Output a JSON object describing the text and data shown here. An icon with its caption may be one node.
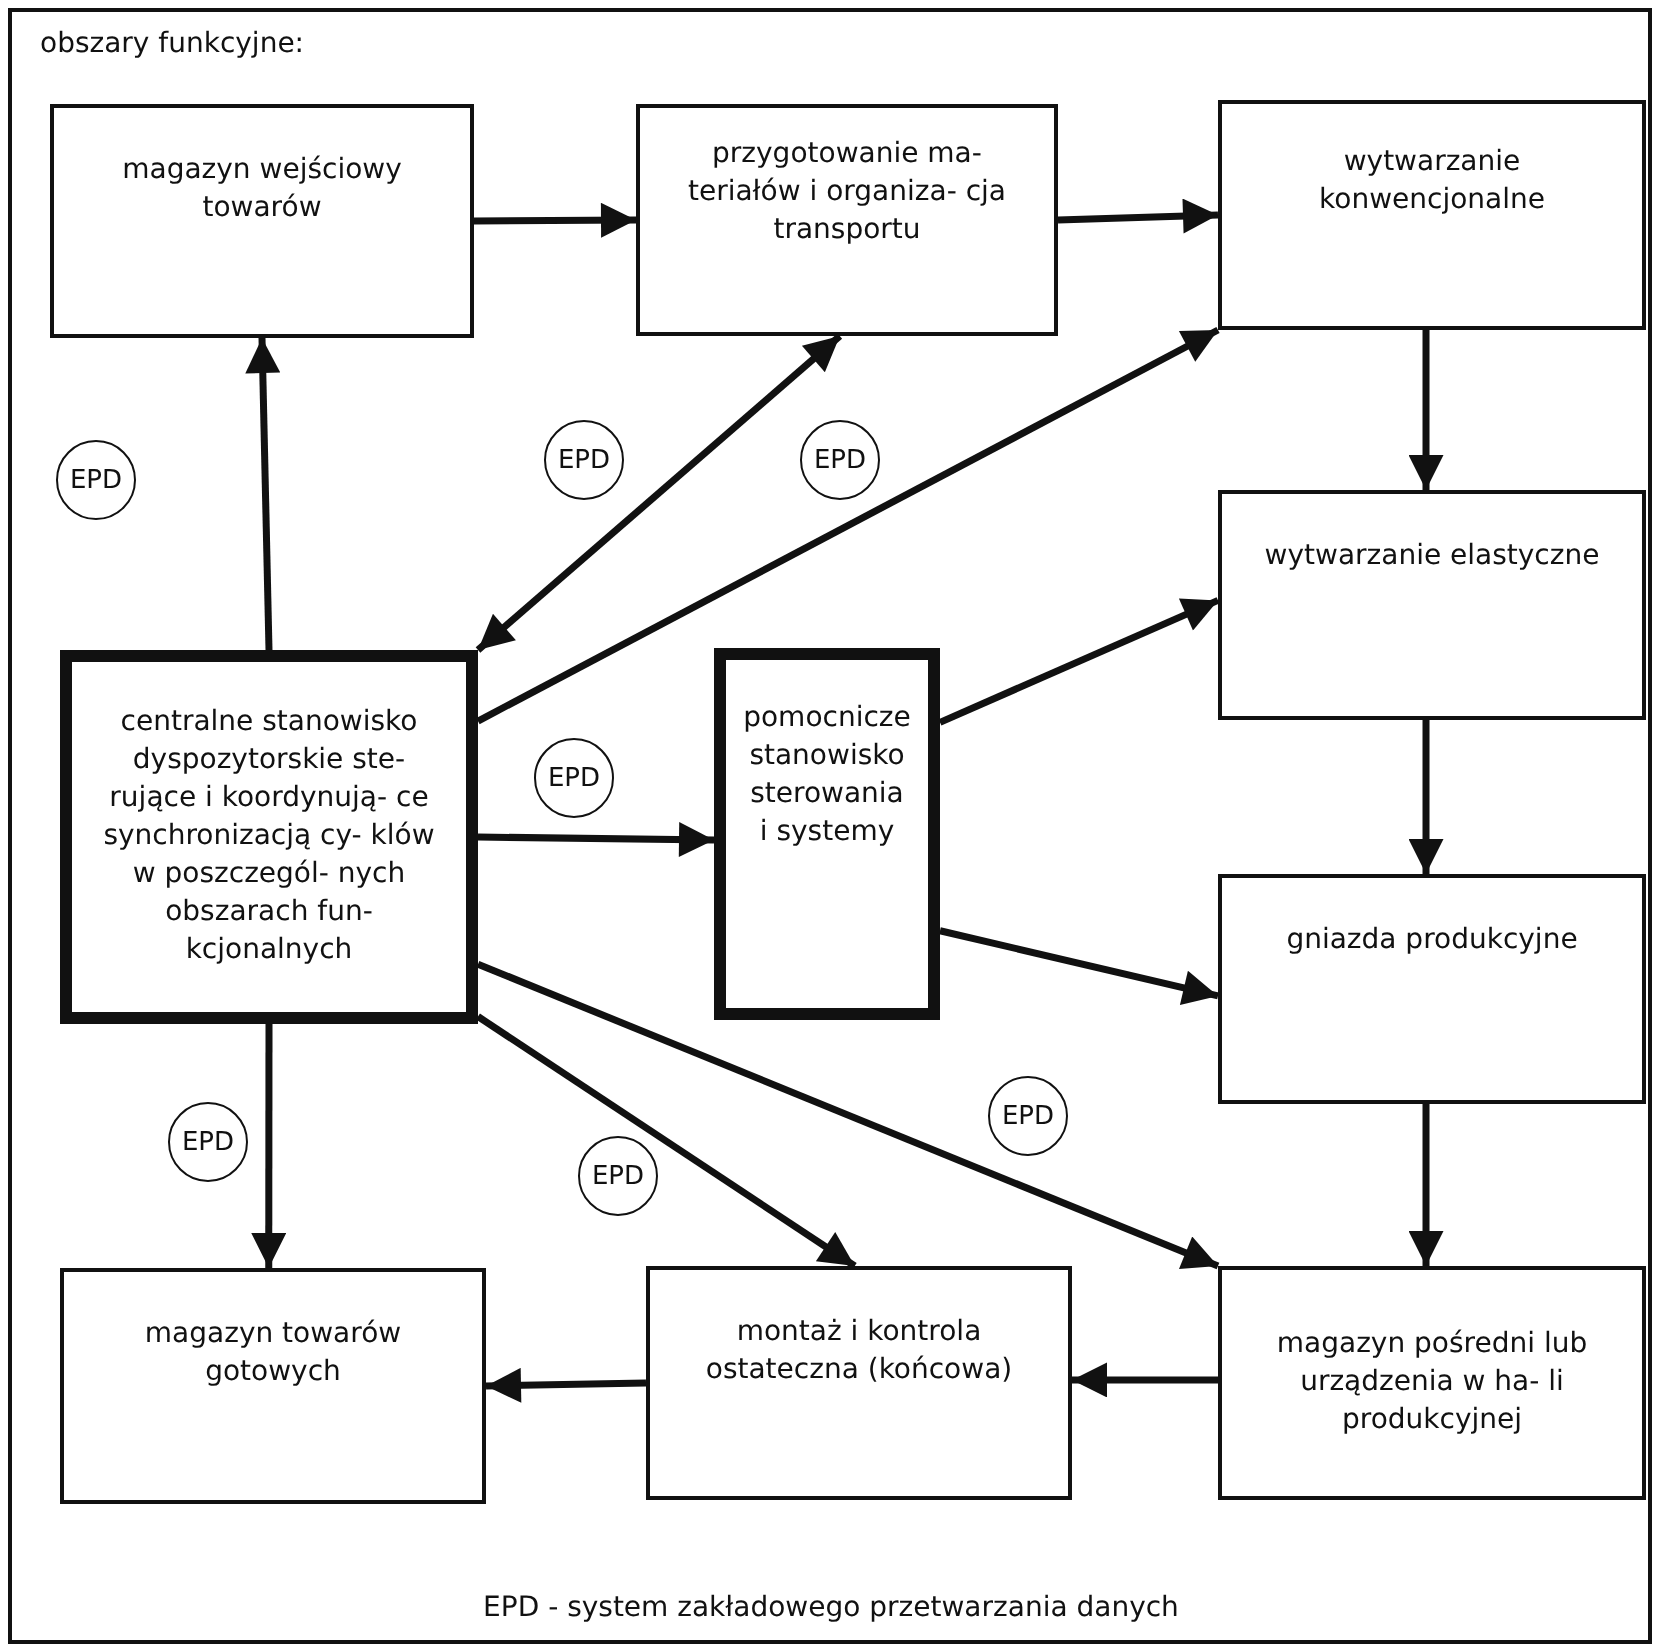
{
  "diagram": {
    "caption": "EPD - system zakładowego przetwarzania danych",
    "nodes": [
      {
        "text": [
          "magazyn wejściowy towarów"
        ]
      },
      {
        "text": [
          "przygotowanie ma- teriałów i organiza- cja transportu"
        ]
      },
      {
        "text": [
          "wytwarzanie konwencjonalne"
        ]
      },
      {
        "text": [
          "wytwarzanie elastyczne"
        ]
      },
      {
        "text": [
          "centralne stanowisko dyspozytorskie ste- rujące i koordynują- ce synchronizacją cy- klów w poszczegól- nych obszarach fun- kcjonalnych"
        ]
      },
      {
        "text": [
          "pomocnicze stanowisko sterowania i systemy"
        ]
      },
      {
        "text": [
          "gniazda produkcyjne"
        ]
      },
      {
        "text": [
          "magazyn towarów gotowych"
        ]
      },
      {
        "text": [
          "montaż i kontrola ostateczna (końcowa)"
        ]
      },
      {
        "text": [
          "magazyn pośredni lub urządzenia w ha- li produkcyjnej"
        ]
      },
      {
        "text": [
          "EPD"
        ]
      },
      {
        "text": [
          "EPD"
        ]
      },
      {
        "text": [
          "EPD"
        ]
      },
      {
        "text": [
          "EPD"
        ]
      },
      {
        "text": [
          "EPD"
        ]
      },
      {
        "text": [
          "EPD"
        ]
      },
      {
        "text": [
          "EPD"
        ]
      }
    ],
    "edges": [
      {
        "from": 0,
        "to": 1,
        "arrow": "to"
      },
      {
        "from": 1,
        "to": 2,
        "arrow": "to"
      },
      {
        "from": 2,
        "to": 3,
        "arrow": "to"
      },
      {
        "from": 3,
        "to": 6,
        "arrow": "to"
      },
      {
        "from": 6,
        "to": 9,
        "arrow": "to"
      },
      {
        "from": 9,
        "to": 8,
        "arrow": "to"
      },
      {
        "from": 8,
        "to": 7,
        "arrow": "to"
      },
      {
        "from": 4,
        "to": 0,
        "arrow": "to"
      },
      {
        "from": 4,
        "to": 1,
        "arrow": "both"
      },
      {
        "from": 4,
        "to": 2,
        "arrow": "to"
      },
      {
        "from": 4,
        "to": 5,
        "arrow": "to"
      },
      {
        "from": 5,
        "to": 3,
        "arrow": "to"
      },
      {
        "from": 5,
        "to": 6,
        "arrow": "to"
      },
      {
        "from": 4,
        "to": 7,
        "arrow": "to"
      },
      {
        "from": 4,
        "to": 8,
        "arrow": "to"
      },
      {
        "from": 4,
        "to": 9,
        "arrow": "to"
      }
    ],
    "labels": [
      "obszary funkcyjne:"
    ]
  }
}
